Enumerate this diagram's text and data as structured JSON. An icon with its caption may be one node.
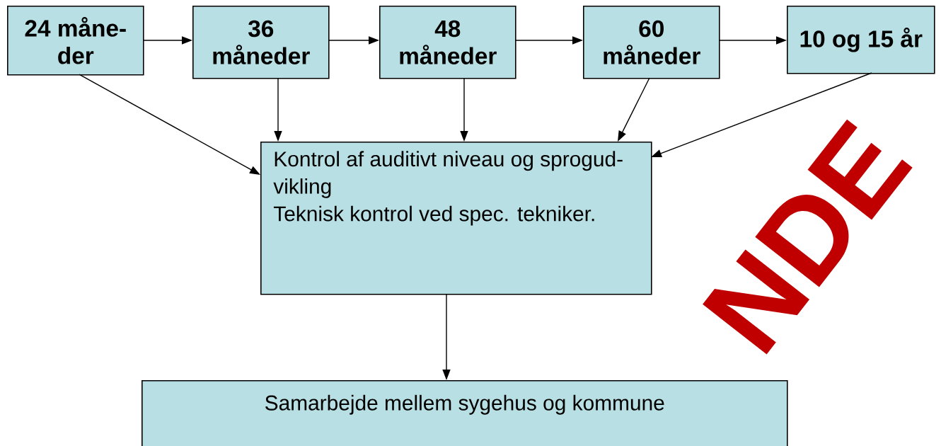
{
  "diagram": {
    "nodes": [
      {
        "text": [
          "24 måne- der"
        ]
      },
      {
        "text": [
          "36 måneder"
        ]
      },
      {
        "text": [
          "48 måneder"
        ]
      },
      {
        "text": [
          "60 måneder"
        ]
      },
      {
        "text": [
          "10 og 15 år"
        ]
      },
      {
        "text": [
          "Kontrol af auditivt niveau og sprogud- vikling",
          "Teknisk kontrol ved spec. tekniker."
        ]
      },
      {
        "text": [
          "Samarbejde mellem sygehus og kommune"
        ]
      }
    ],
    "edges": [
      {
        "from": 0,
        "to": 1,
        "arrow": "to"
      },
      {
        "from": 1,
        "to": 2,
        "arrow": "to"
      },
      {
        "from": 2,
        "to": 3,
        "arrow": "to"
      },
      {
        "from": 3,
        "to": 4,
        "arrow": "to"
      },
      {
        "from": 0,
        "to": 5,
        "arrow": "to"
      },
      {
        "from": 1,
        "to": 5,
        "arrow": "to"
      },
      {
        "from": 2,
        "to": 5,
        "arrow": "to"
      },
      {
        "from": 3,
        "to": 5,
        "arrow": "to"
      },
      {
        "from": 4,
        "to": 5,
        "arrow": "to"
      },
      {
        "from": 5,
        "to": 6,
        "arrow": "to"
      }
    ],
    "labels": [
      "NDE"
    ]
  }
}
